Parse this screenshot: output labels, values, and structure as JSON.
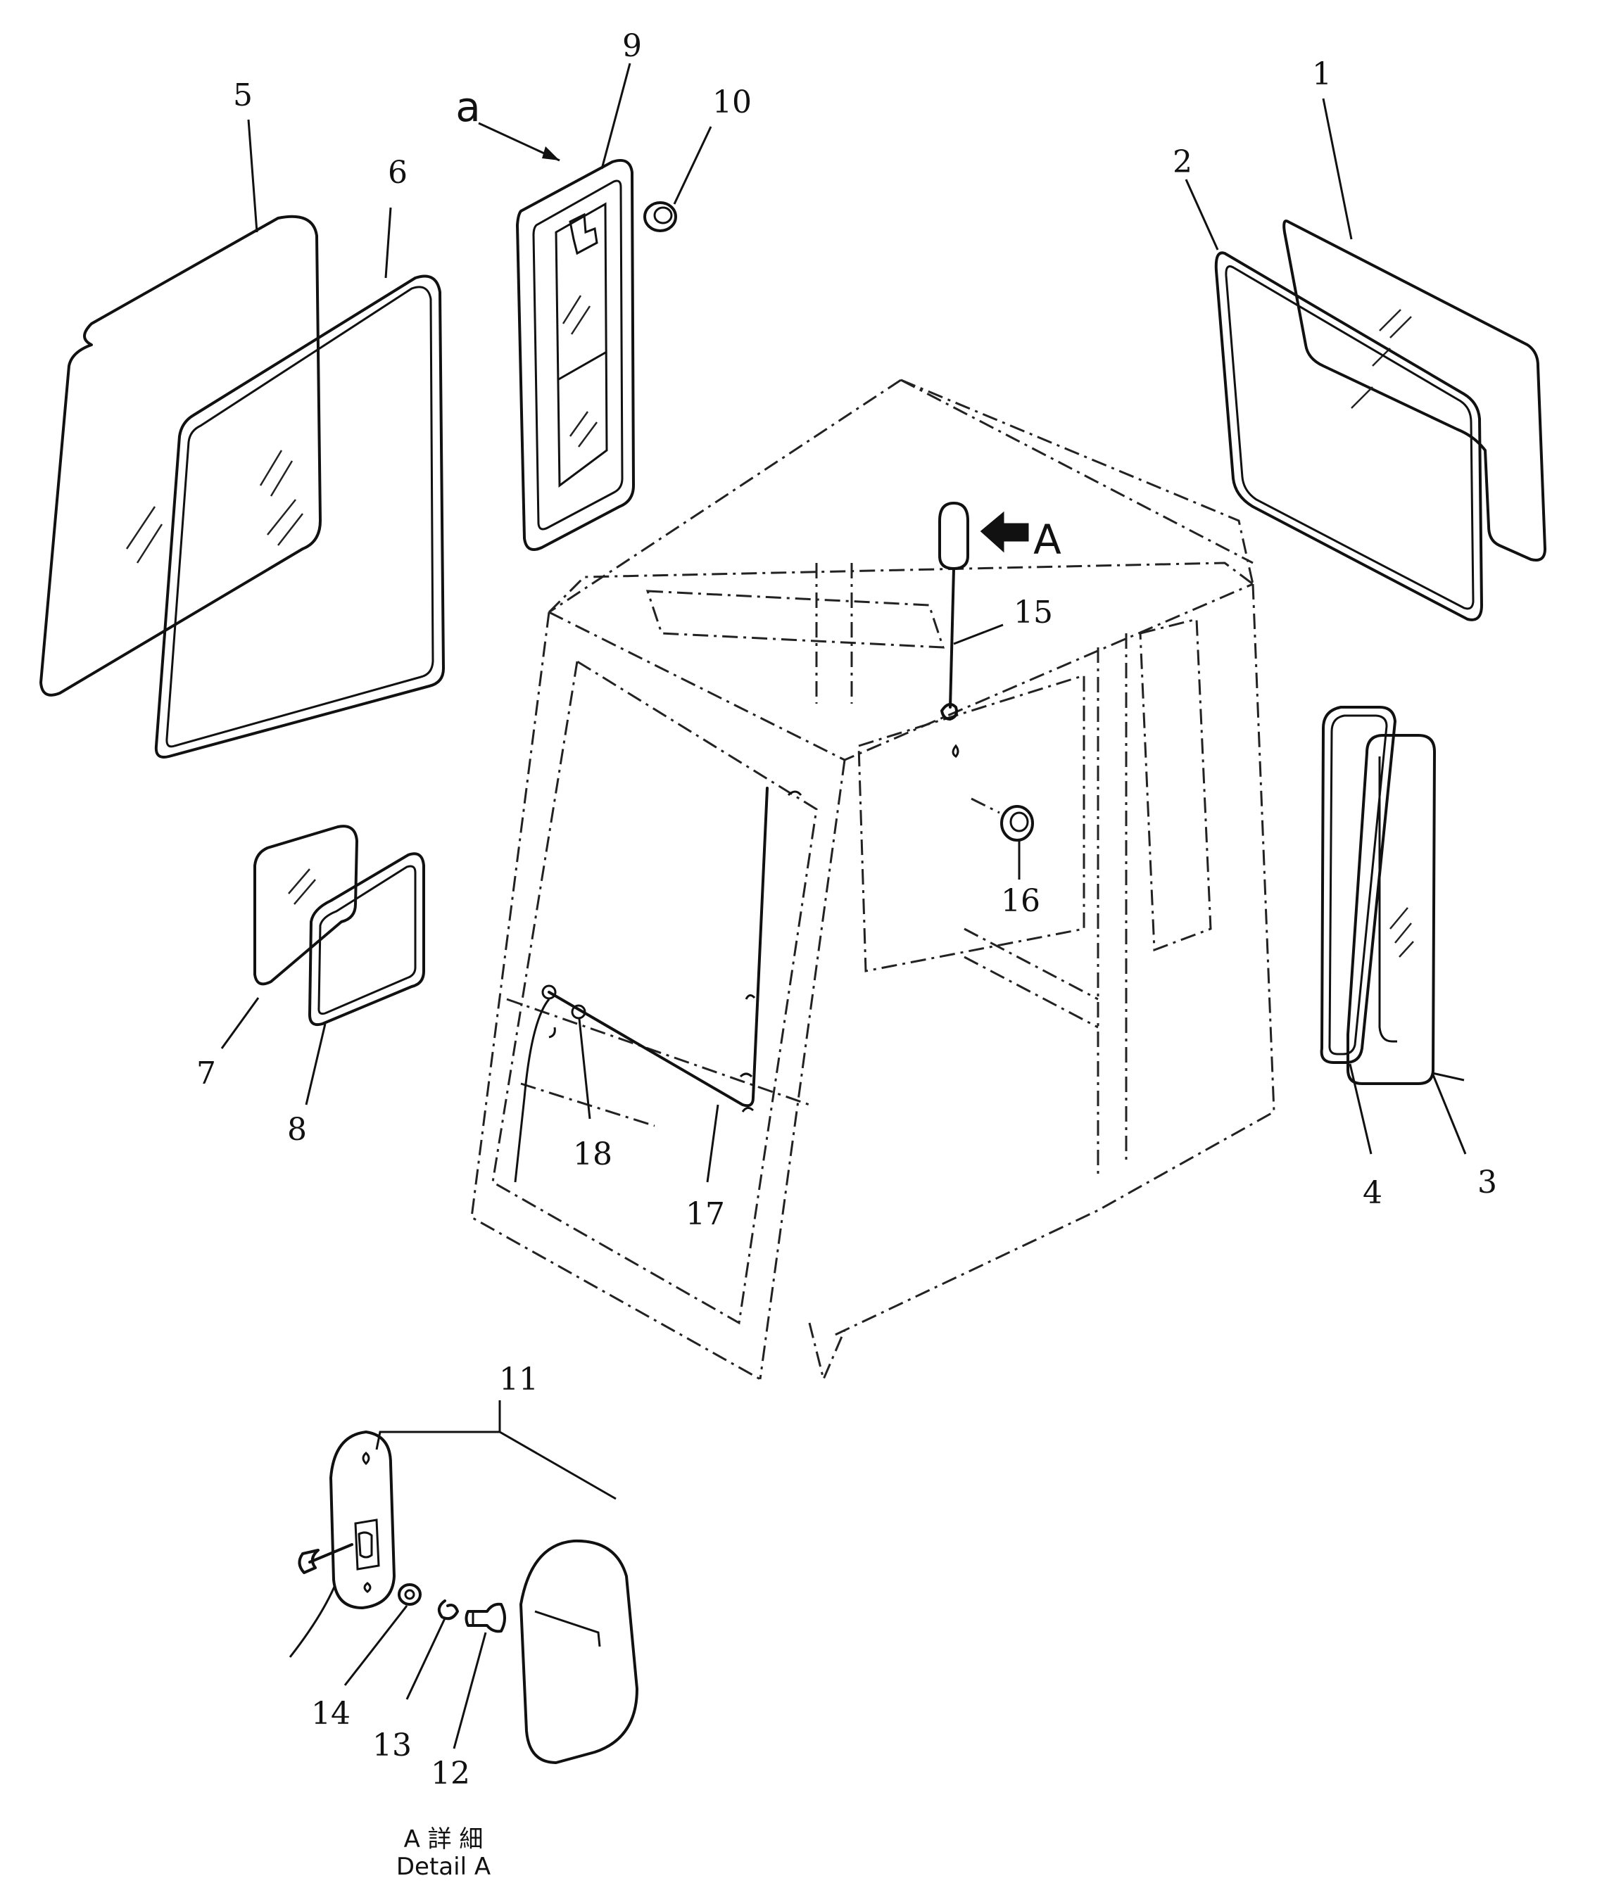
{
  "callouts": {
    "c1": "1",
    "c2": "2",
    "c3": "3",
    "c4": "4",
    "c5": "5",
    "c6": "6",
    "c7": "7",
    "c8": "8",
    "c9": "9",
    "c10": "10",
    "c11": "11",
    "c12": "12",
    "c13": "13",
    "c14": "14",
    "c15": "15",
    "c16": "16",
    "c17": "17",
    "c18": "18"
  },
  "view_refs": {
    "a": "a",
    "A": "A"
  },
  "caption": {
    "line1": "A 詳 細",
    "line2": "Detail A"
  }
}
